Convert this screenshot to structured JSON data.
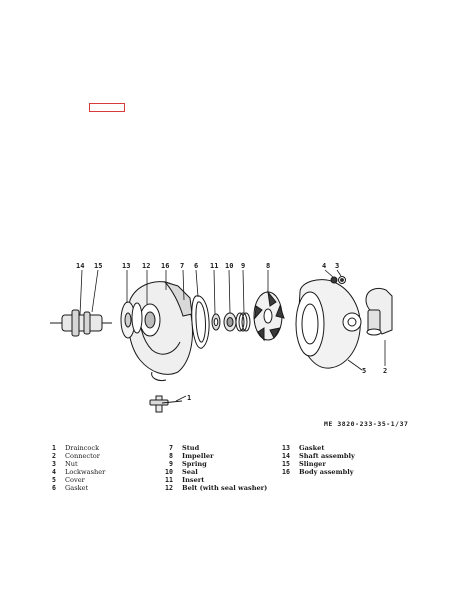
{
  "colors": {
    "ink": "#1a1a1a",
    "highlight_box": "#d93a3a",
    "background": "#ffffff"
  },
  "callouts": {
    "c1": "1",
    "c2": "2",
    "c3": "3",
    "c4": "4",
    "c5": "5",
    "c6": "6",
    "c7": "7",
    "c8": "8",
    "c9": "9",
    "c10": "10",
    "c11": "11",
    "c12": "12",
    "c13": "13",
    "c14": "14",
    "c15": "15",
    "c16": "16"
  },
  "figure_id": "ME 3820-233-35-1/37",
  "legend": {
    "column1": [
      {
        "num": "1",
        "label": "Draincock"
      },
      {
        "num": "2",
        "label": "Connector"
      },
      {
        "num": "3",
        "label": "Nut"
      },
      {
        "num": "4",
        "label": "Lockwasher"
      },
      {
        "num": "5",
        "label": "Cover"
      },
      {
        "num": "6",
        "label": "Gasket"
      }
    ],
    "column2": [
      {
        "num": "7",
        "label": "Stud"
      },
      {
        "num": "8",
        "label": "Impeller"
      },
      {
        "num": "9",
        "label": "Spring"
      },
      {
        "num": "10",
        "label": "Seal"
      },
      {
        "num": "11",
        "label": "Insert"
      },
      {
        "num": "12",
        "label": "Belt (with seal washer)"
      }
    ],
    "column3": [
      {
        "num": "13",
        "label": "Gasket"
      },
      {
        "num": "14",
        "label": "Shaft assembly"
      },
      {
        "num": "15",
        "label": "Slinger"
      },
      {
        "num": "16",
        "label": "Body assembly"
      }
    ]
  }
}
